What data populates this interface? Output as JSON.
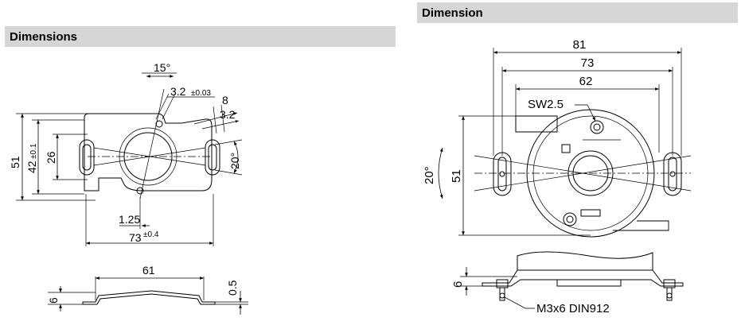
{
  "left": {
    "heading": "Dimensions",
    "dims": {
      "angle_15": "15°",
      "d32_003": "3.2",
      "tol_003": "±0.03",
      "d8": "8",
      "d32": "3.2",
      "angle_20": "20°",
      "d51": "51",
      "d42": "42",
      "tol_01": "±0.1",
      "d26": "26",
      "d125": "1.25",
      "d73": "73",
      "tol_04": "±0.4",
      "d61": "61",
      "d6": "6",
      "d05": "0.5"
    }
  },
  "right": {
    "heading": "Dimension",
    "dims": {
      "d81": "81",
      "d73": "73",
      "d62": "62",
      "sw": "SW2.5",
      "angle_20": "20°",
      "d51": "51",
      "d6": "6",
      "screw": "M3x6 DIN912"
    }
  }
}
